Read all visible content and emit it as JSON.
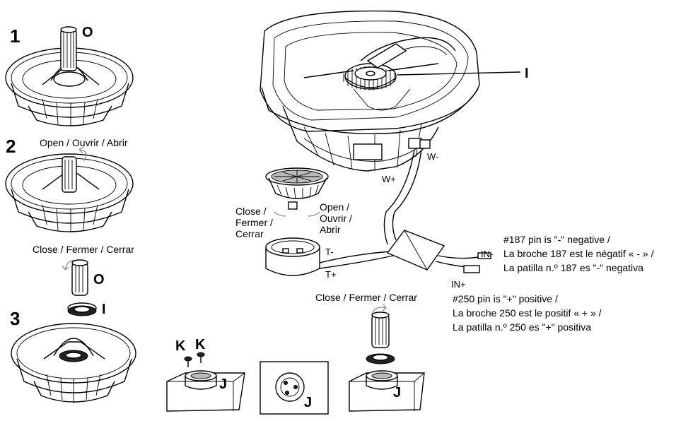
{
  "steps": {
    "s1": "1",
    "s2": "2",
    "s3": "3"
  },
  "parts": {
    "O": "O",
    "I": "I",
    "K": "K",
    "J": "J"
  },
  "labels": {
    "open_multilang": "Open / Ouvrir / Abrir",
    "close_multilang": "Close / Fermer / Cerrar",
    "open_line1": "Open /",
    "open_line2": "Ouvrir /",
    "open_line3": "Abrir",
    "close_line1": "Close /",
    "close_line2": "Fermer /",
    "close_line3": "Cerrar"
  },
  "wires": {
    "w_minus": "W-",
    "w_plus": "W+",
    "t_minus": "T-",
    "t_plus": "T+",
    "in_minus": "IN-",
    "in_plus": "IN+"
  },
  "notes": {
    "neg_line1": "#187 pin is  \"-\" negative /",
    "neg_line2": "La broche 187 est le négatif « - » /",
    "neg_line3": "La patilla n.º 187 es \"-\" negativa",
    "pos_line1": "#250 pin is \"+\" positive /",
    "pos_line2": "La broche 250 est le positif « + » /",
    "pos_line3": "La patilla n.º 250 es \"+\" positiva"
  }
}
